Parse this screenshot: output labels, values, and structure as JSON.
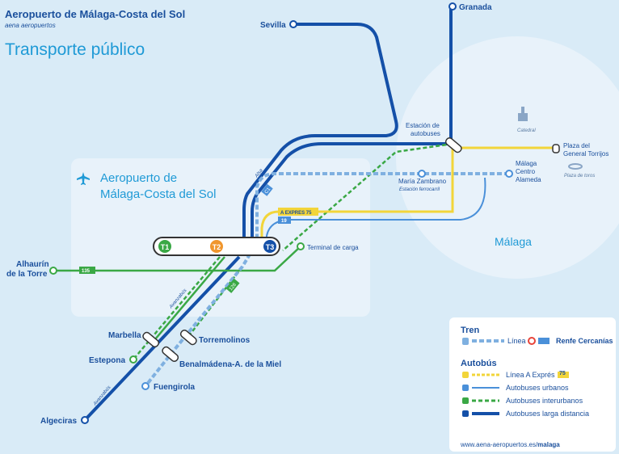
{
  "header": {
    "airport_name": "Aeropuerto de Málaga-Costa del Sol",
    "operator": "aena aeropuertos",
    "title": "Transporte público"
  },
  "airport_block": {
    "line1": "Aeropuerto de",
    "line2": "Málaga-Costa del Sol"
  },
  "terminals": [
    "T1",
    "T2",
    "T3"
  ],
  "city_label": "Málaga",
  "stops": {
    "granada": "Granada",
    "sevilla": "Sevilla",
    "estacion_autobuses_1": "Estación de",
    "estacion_autobuses_2": "autobuses",
    "maria_zambrano": "María Zambrano",
    "estacion_ferrocarril": "Estación ferrocarril",
    "plaza_1": "Plaza del",
    "plaza_2": "General Torrijos",
    "malaga_centro_1": "Málaga",
    "malaga_centro_2": "Centro",
    "malaga_centro_3": "Alameda",
    "catedral": "Catedral",
    "plaza_toros": "Plaza de toros",
    "terminal_carga": "Terminal de carga",
    "alhaurin_1": "Alhaurín",
    "alhaurin_2": "de la Torre",
    "marbella": "Marbella",
    "estepona": "Estepona",
    "torremolinos": "Torremolinos",
    "benalmadena": "Benalmádena-A. de la Miel",
    "fuengirola": "Fuengirola",
    "algeciras": "Algeciras"
  },
  "line_tags": {
    "alsa": "Alsa",
    "c1": "C1",
    "a_expres": "A EXPRES 75",
    "bus19": "19",
    "bus135": "135",
    "avanzabus_1": "Avanzabús",
    "avanzabus_2": "Avanzabús",
    "bus128": "128"
  },
  "legend": {
    "tren_heading": "Tren",
    "linea": "Línea",
    "renfe": "Renfe Cercanías",
    "autobus_heading": "Autobús",
    "linea_a_expres": "Línea A Exprés",
    "a_expres_badge": "75",
    "urbanos": "Autobuses urbanos",
    "interurbanos": "Autobuses interurbanos",
    "larga_distancia": "Autobuses larga distancia",
    "url_prefix": "www.aena-aeropuertos.es/",
    "url_suffix": "malaga"
  },
  "colors": {
    "background": "#d9ebf7",
    "long_distance": "#1450a8",
    "interurban": "#3aa845",
    "urban": "#4a90d9",
    "train": "#7fb0e0",
    "a_expres": "#f2d53a",
    "t1": "#3aa845",
    "t2": "#f0962d",
    "t3": "#1450a8",
    "text_dark": "#1a4f9c",
    "title_light": "#1f9ad6"
  }
}
